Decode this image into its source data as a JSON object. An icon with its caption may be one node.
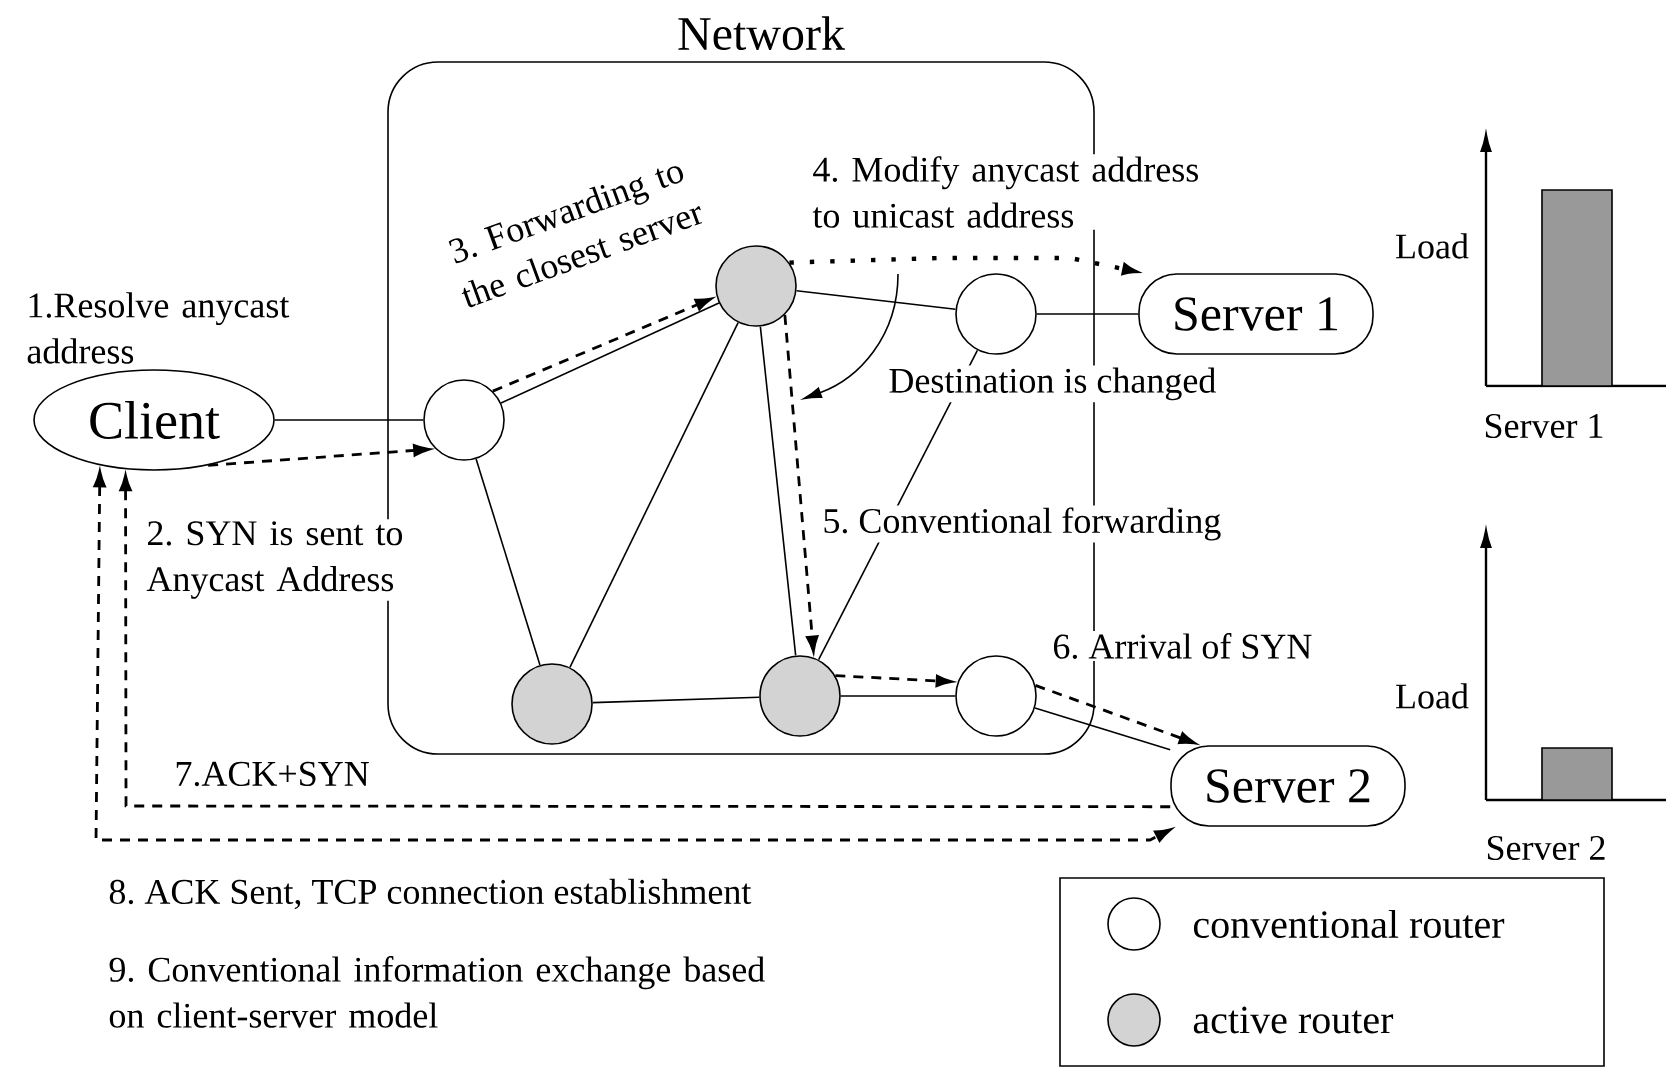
{
  "diagram": {
    "nodes": [
      {
        "text": [
          "Network"
        ]
      },
      {
        "text": [
          "Client"
        ]
      },
      {
        "text": [],
        "shape": "circle",
        "in": 0
      },
      {
        "text": [],
        "shape": "circle",
        "in": 0
      },
      {
        "text": [],
        "shape": "circle",
        "in": 0
      },
      {
        "text": [
          "Server 1"
        ]
      },
      {
        "text": [],
        "shape": "circle",
        "in": 0
      },
      {
        "text": [],
        "shape": "circle",
        "in": 0
      },
      {
        "text": [],
        "shape": "circle",
        "in": 0
      },
      {
        "text": [
          "Server 2"
        ]
      }
    ],
    "edges": [
      {
        "from": 1,
        "to": 2,
        "arrow": "none"
      },
      {
        "from": 1,
        "to": 2,
        "arrow": "to",
        "style": "dashed"
      },
      {
        "from": 2,
        "to": 3,
        "arrow": "none"
      },
      {
        "from": 2,
        "to": 3,
        "arrow": "to",
        "style": "dashed"
      },
      {
        "from": 2,
        "to": 6,
        "arrow": "none"
      },
      {
        "from": 3,
        "to": 4,
        "arrow": "none"
      },
      {
        "from": 3,
        "to": 5,
        "arrow": "to",
        "style": "dashed"
      },
      {
        "from": 4,
        "to": 5,
        "arrow": "none"
      },
      {
        "from": 3,
        "to": 6,
        "arrow": "none"
      },
      {
        "from": 3,
        "to": 7,
        "arrow": "none"
      },
      {
        "from": 3,
        "to": 7,
        "arrow": "to",
        "style": "dashed"
      },
      {
        "from": 4,
        "to": 7,
        "arrow": "none"
      },
      {
        "from": 6,
        "to": 7,
        "arrow": "none"
      },
      {
        "from": 7,
        "to": 8,
        "arrow": "none"
      },
      {
        "from": 7,
        "to": 8,
        "arrow": "to",
        "style": "dashed"
      },
      {
        "from": 8,
        "to": 9,
        "arrow": "none"
      },
      {
        "from": 8,
        "to": 9,
        "arrow": "to",
        "style": "dashed"
      },
      {
        "from": 9,
        "to": 1,
        "arrow": "to",
        "style": "dashed"
      },
      {
        "from": 1,
        "to": 9,
        "arrow": "both",
        "style": "dashed"
      }
    ],
    "labels": [
      "1.Resolve anycast address",
      "3. Forwarding to the closest server",
      "4. Modify anycast address to unicast address",
      "Load",
      "Destination is changed",
      "Server 1",
      "2. SYN is sent to Anycast Address",
      "5. Conventional forwarding",
      "6. Arrival of SYN",
      "Load",
      "7.ACK+SYN",
      "Server 2",
      "8. ACK Sent, TCP connection establishment",
      "9. Conventional information exchange based on client-server model"
    ],
    "legend": [
      {
        "text": "conventional router"
      },
      {
        "text": "active router"
      }
    ]
  }
}
